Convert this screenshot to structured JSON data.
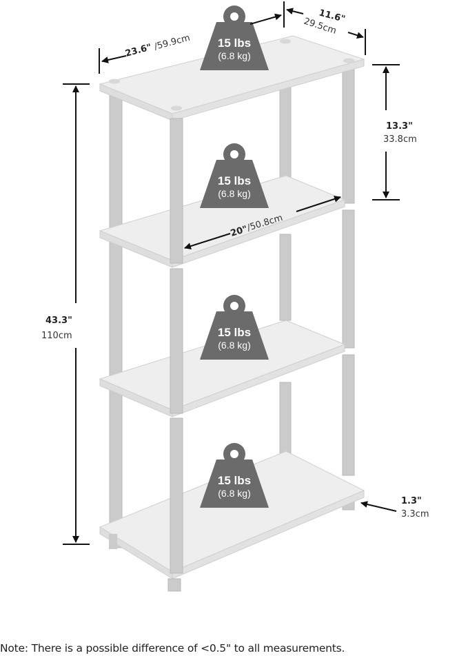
{
  "weight_badges": [
    {
      "lbs": "15 lbs",
      "kg": "(6.8 kg)"
    },
    {
      "lbs": "15 lbs",
      "kg": "(6.8 kg)"
    },
    {
      "lbs": "15 lbs",
      "kg": "(6.8 kg)"
    },
    {
      "lbs": "15 lbs",
      "kg": "(6.8 kg)"
    }
  ],
  "dimensions": {
    "width": {
      "in": "23.6\"",
      "cm": "/59.9cm"
    },
    "depth": {
      "in": "11.6\"",
      "cm": "29.5cm"
    },
    "shelf_spacing": {
      "in": "13.3\"",
      "cm": "33.8cm"
    },
    "inner_width": {
      "in": "20\"",
      "cm": "/50.8cm"
    },
    "height": {
      "in": "43.3\"",
      "cm": "110cm"
    },
    "foot": {
      "in": "1.3\"",
      "cm": "3.3cm"
    }
  },
  "note": "Note: There is a possible difference of <0.5\" to all measurements.",
  "colors": {
    "shelf": "#ededed",
    "pole": "#c8c8c8",
    "weight": "#6b6b6b"
  }
}
